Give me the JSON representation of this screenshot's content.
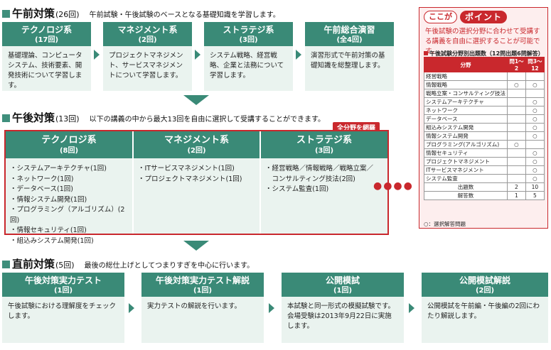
{
  "morning": {
    "title": "午前対策",
    "count": "(26回)",
    "desc": "午前試験・午後試験のベースとなる基礎知識を学習します。",
    "cards": [
      {
        "title": "テクノロジ系",
        "sub": "(17回)",
        "body": "基礎理論、コンピュータシステム、技術要素、開発技術について学習します。"
      },
      {
        "title": "マネジメント系",
        "sub": "(2回)",
        "body": "プロジェクトマネジメント、サービスマネジメントについて学習します。"
      },
      {
        "title": "ストラテジ系",
        "sub": "(3回)",
        "body": "システム戦略、経営戦略、企業と法務について学習します。"
      },
      {
        "title": "午前総合演習",
        "sub": "(全4回)",
        "body": "演習形式で午前対策の基礎知識を総整理します。"
      }
    ]
  },
  "afternoon": {
    "title": "午後対策",
    "count": "(13回)",
    "desc": "以下の講義の中から最大13回を自由に選択して受講することができます。",
    "badge": "全分野を網羅",
    "columns": [
      {
        "title": "テクノロジ系",
        "sub": "(8回)",
        "items": [
          "・システムアーキテクチャ(1回)",
          "・ネットワーク(1回)",
          "・データベース(1回)",
          "・情報システム開発(1回)",
          "・プログラミング（アルゴリズム）(2回)",
          "・情報セキュリティ(1回)",
          "・組込みシステム開発(1回)"
        ]
      },
      {
        "title": "マネジメント系",
        "sub": "(2回)",
        "items": [
          "・ITサービスマネジメント(1回)",
          "・プロジェクトマネジメント(1回)"
        ]
      },
      {
        "title": "ストラテジ系",
        "sub": "(3回)",
        "items": [
          "・経営戦略／情報戦略／戦略立案／",
          "　コンサルティング技法(2回)",
          "・システム監査(1回)"
        ]
      }
    ]
  },
  "final": {
    "title": "直前対策",
    "count": "(5回)",
    "desc": "最後の総仕上げとしてつまりすぎを中心に行います。",
    "cards": [
      {
        "title": "午後対策実力テスト",
        "sub": "(1回)",
        "body": "午後試験における理解度をチェックします。"
      },
      {
        "title": "午後対策実力テスト解説",
        "sub": "(1回)",
        "body": "実力テストの解説を行います。"
      },
      {
        "title": "公開模試",
        "sub": "(1回)",
        "body": "本試験と同一形式の模擬試験です。会場受験は2013年9月22日に実施します。"
      },
      {
        "title": "公開模試解説",
        "sub": "(2回)",
        "body": "公開模試を午前編・午後編の2回にわたり解説します。"
      }
    ]
  },
  "point": {
    "koko": "ここが",
    "label": "ポイント",
    "desc": "午後試験の選択分野に合わせて受講する講義を自由に選択することが可能です。",
    "table_title": "午後試験分野別出題数（12問出題6問解答）",
    "headers": [
      "分野",
      "問1～2",
      "問3～12"
    ],
    "rows": [
      {
        "name": "経営戦略",
        "c1": "",
        "c2": ""
      },
      {
        "name": "情報戦略",
        "c1": "○",
        "c2": "○"
      },
      {
        "name": "戦略立案・コンサルティング技法",
        "c1": "",
        "c2": ""
      },
      {
        "name": "システムアーキテクチャ",
        "c1": "",
        "c2": "○"
      },
      {
        "name": "ネットワーク",
        "c1": "",
        "c2": "○"
      },
      {
        "name": "データベース",
        "c1": "",
        "c2": "○"
      },
      {
        "name": "組込みシステム開発",
        "c1": "",
        "c2": "○"
      },
      {
        "name": "情報システム開発",
        "c1": "",
        "c2": "○"
      },
      {
        "name": "プログラミング(アルゴリズム)",
        "c1": "○",
        "c2": ""
      },
      {
        "name": "情報セキュリティ",
        "c1": "",
        "c2": "○"
      },
      {
        "name": "プロジェクトマネジメント",
        "c1": "",
        "c2": "○"
      },
      {
        "name": "ITサービスマネジメント",
        "c1": "",
        "c2": "○"
      },
      {
        "name": "システム監査",
        "c1": "",
        "c2": "○"
      }
    ],
    "totals": [
      {
        "label": "出題数",
        "c1": "2",
        "c2": "10"
      },
      {
        "label": "解答数",
        "c1": "1",
        "c2": "5"
      }
    ],
    "note": "○：選択解答問題"
  }
}
